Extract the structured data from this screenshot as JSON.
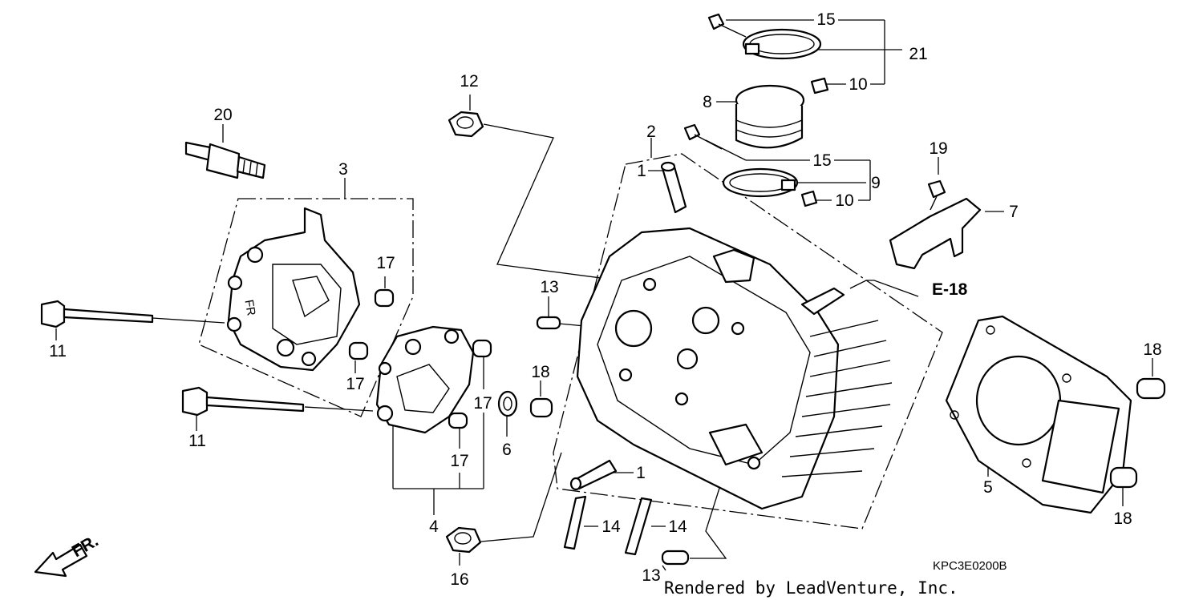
{
  "callouts": {
    "c1_top": "1",
    "c1_bottom": "1",
    "c2": "2",
    "c3": "3",
    "c4": "4",
    "c5": "5",
    "c6": "6",
    "c7": "7",
    "c8": "8",
    "c9": "9",
    "c10_top": "10",
    "c10_mid": "10",
    "c11_top": "11",
    "c11_bottom": "11",
    "c12": "12",
    "c13_left": "13",
    "c13_bottom": "13",
    "c14_left": "14",
    "c14_right": "14",
    "c15_top": "15",
    "c15_mid": "15",
    "c16": "16",
    "c17_a": "17",
    "c17_b": "17",
    "c17_c": "17",
    "c17_d": "17",
    "c18_mid": "18",
    "c18_right_top": "18",
    "c18_right_bottom": "18",
    "c19": "19",
    "c20": "20",
    "c21": "21"
  },
  "reference": {
    "label": "E-18"
  },
  "front_arrow": {
    "label": "FR."
  },
  "housing_mark": "FR",
  "diagram_code": "KPC3E0200B",
  "credit": "Rendered by LeadVenture, Inc."
}
